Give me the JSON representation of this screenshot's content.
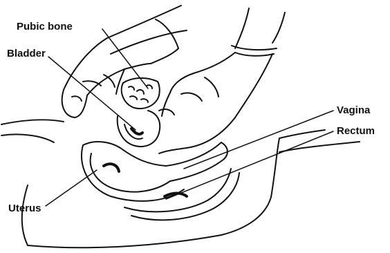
{
  "labels": {
    "pubic_bone": "Pubic bone",
    "bladder": "Bladder",
    "vagina": "Vagina",
    "rectum": "Rectum",
    "uterus": "Uterus"
  },
  "colors": {
    "ink": "#111111",
    "background": "#ffffff"
  }
}
